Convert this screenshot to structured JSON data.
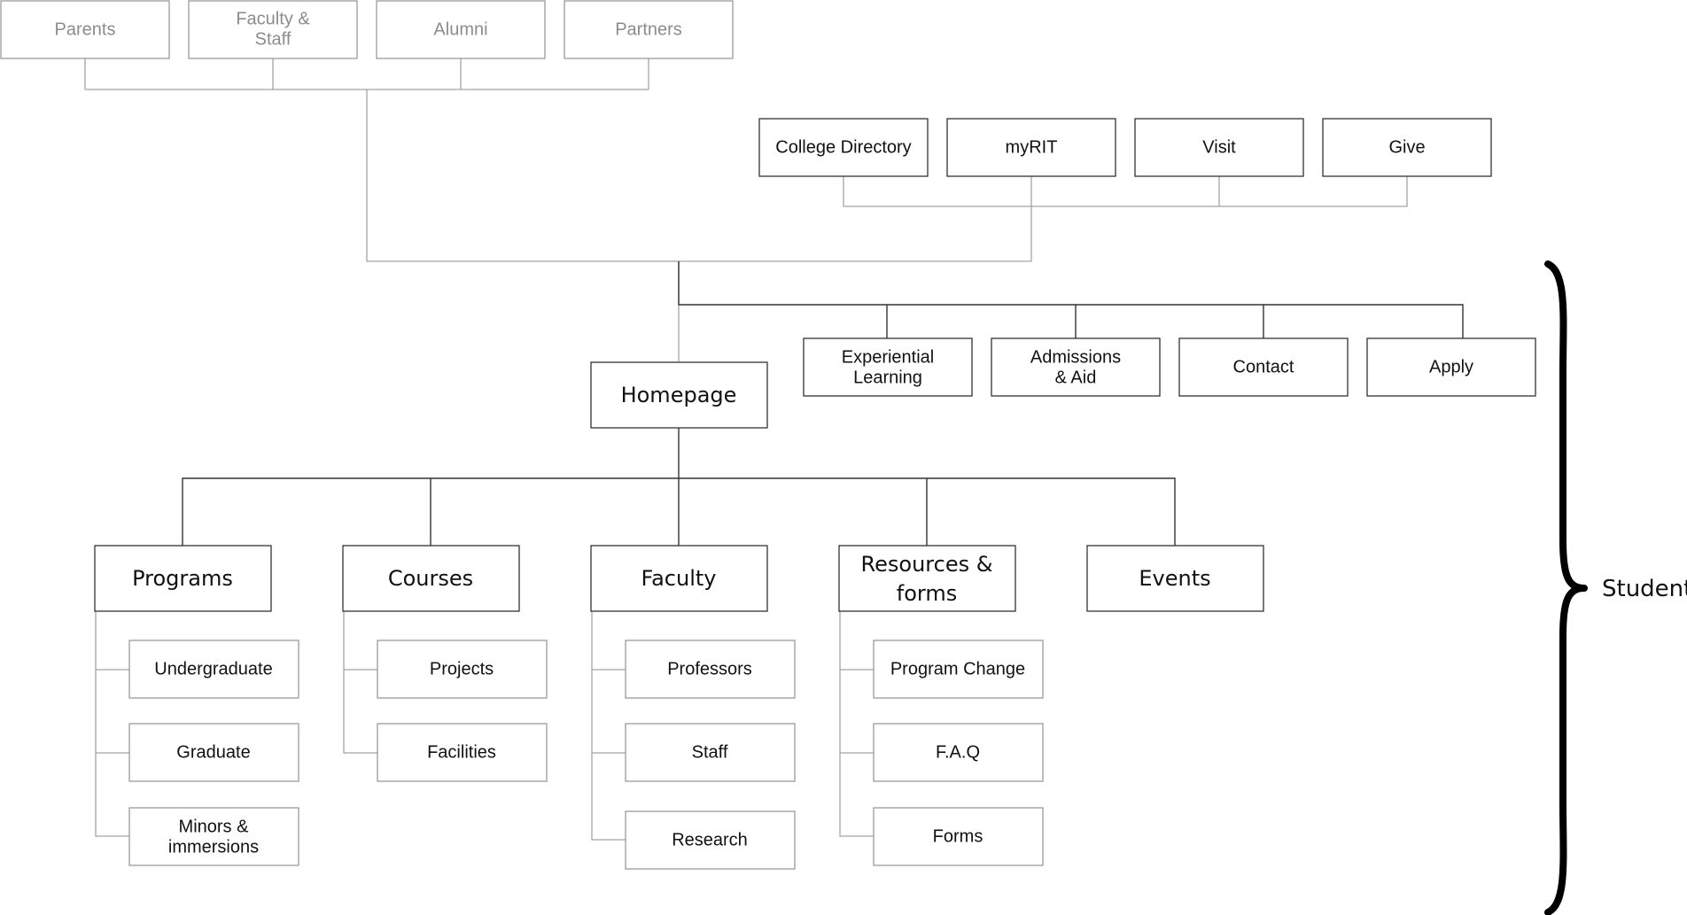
{
  "audiences": {
    "parents": "Parents",
    "faculty_staff": [
      "Faculty &",
      "Staff"
    ],
    "alumni": "Alumni",
    "partners": "Partners"
  },
  "utility": {
    "college_directory": "College Directory",
    "myrit": "myRIT",
    "visit": "Visit",
    "give": "Give"
  },
  "top_nav": {
    "experiential_learning": [
      "Experiential",
      "Learning"
    ],
    "admissions_aid": [
      "Admissions",
      "& Aid"
    ],
    "contact": "Contact",
    "apply": "Apply"
  },
  "homepage": "Homepage",
  "sections": {
    "programs": {
      "title": "Programs",
      "children": [
        "Undergraduate",
        "Graduate",
        [
          "Minors &",
          "immersions"
        ]
      ]
    },
    "courses": {
      "title": "Courses",
      "children": [
        "Projects",
        "Facilities"
      ]
    },
    "faculty": {
      "title": "Faculty",
      "children": [
        "Professors",
        "Staff",
        "Research"
      ]
    },
    "resources": {
      "title": [
        "Resources &",
        "forms"
      ],
      "children": [
        "Program Change",
        "F.A.Q",
        "Forms"
      ]
    },
    "events": {
      "title": "Events"
    }
  },
  "brace_label": "Student"
}
